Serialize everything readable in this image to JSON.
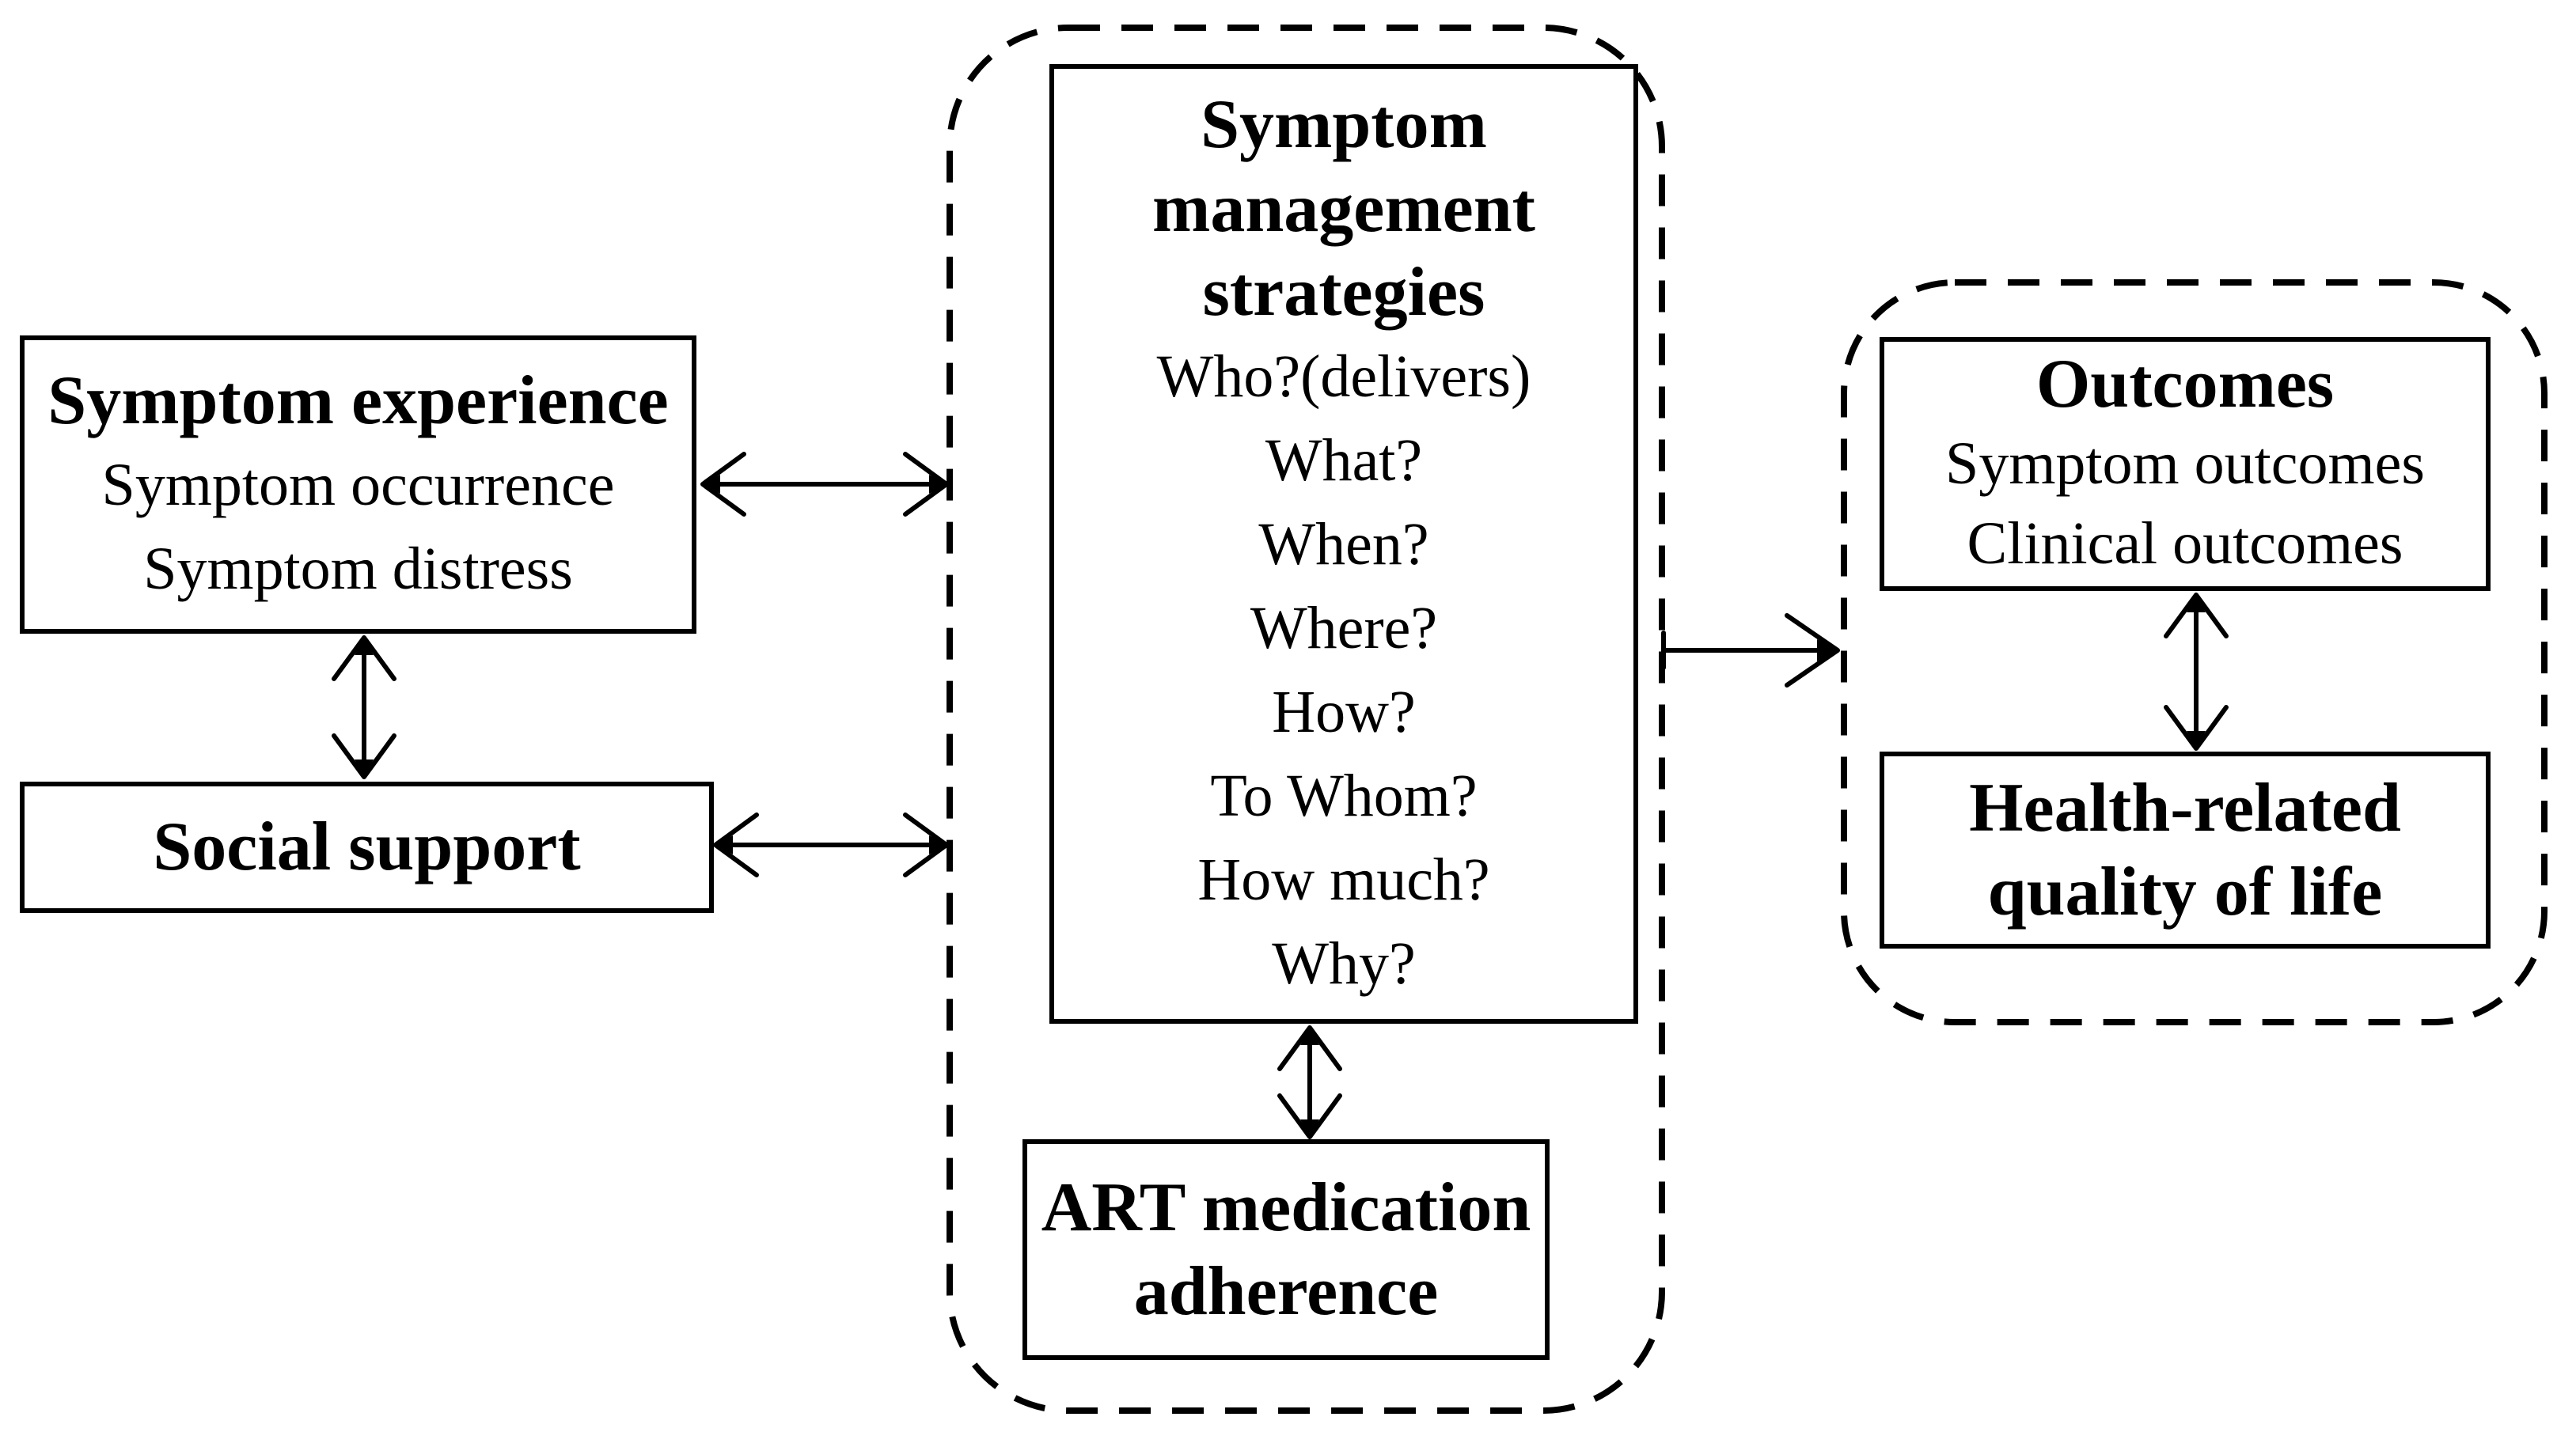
{
  "colors": {
    "ink": "#000000",
    "background": "#ffffff"
  },
  "boxes": {
    "symptom_experience": {
      "title": "Symptom experience",
      "items": [
        "Symptom occurrence",
        "Symptom distress"
      ]
    },
    "social_support": {
      "title": "Social support"
    },
    "symptom_management": {
      "title_lines": [
        "Symptom",
        "management",
        "strategies"
      ],
      "questions": [
        "Who?(delivers)",
        "What?",
        "When?",
        "Where?",
        "How?",
        "To Whom?",
        "How much?",
        "Why?"
      ]
    },
    "art_adherence": {
      "lines": [
        "ART medication",
        "adherence"
      ]
    },
    "outcomes": {
      "title": "Outcomes",
      "items": [
        "Symptom outcomes",
        "Clinical outcomes"
      ]
    },
    "hrqol": {
      "lines": [
        "Health-related",
        "quality of life"
      ]
    }
  }
}
